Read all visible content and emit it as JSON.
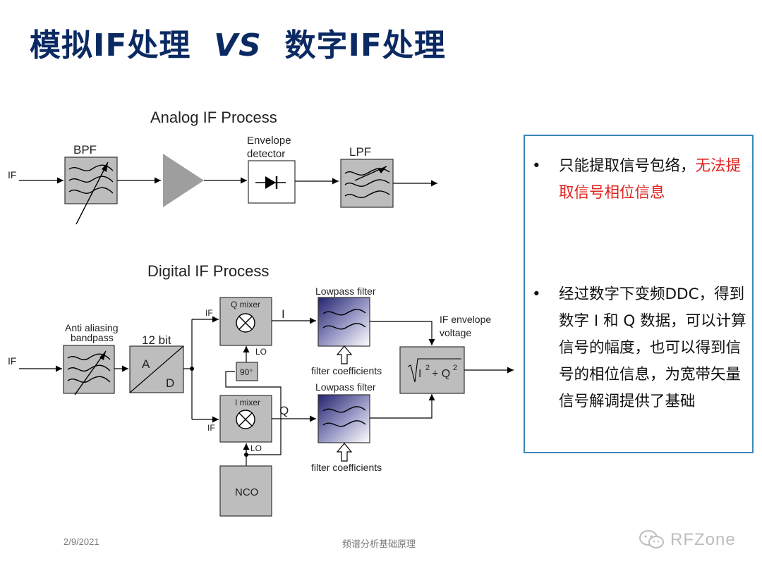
{
  "title": {
    "left": "模拟IF处理",
    "vs": "VS",
    "right": "数字IF处理"
  },
  "analog": {
    "heading": "Analog IF Process",
    "input_label": "IF",
    "bpf_label": "BPF",
    "envelope_label_line1": "Envelope",
    "envelope_label_line2": "detector",
    "lpf_label": "LPF"
  },
  "digital": {
    "heading": "Digital IF Process",
    "input_label": "IF",
    "anti_alias_line1": "Anti aliasing",
    "anti_alias_line2": "bandpass",
    "adc_bits": "12 bit",
    "adc_a": "A",
    "adc_d": "D",
    "q_mixer_label": "Q mixer",
    "i_mixer_label": "I mixer",
    "if_label_q": "IF",
    "if_label_i": "IF",
    "lo_label_q": "LO",
    "lo_label_i": "LO",
    "phase_label": "90°",
    "i_signal": "I",
    "q_signal": "Q",
    "lowpass_top": "Lowpass filter",
    "lowpass_bottom": "Lowpass filter",
    "coeff_top": "filter coefficients",
    "coeff_bottom": "filter coefficients",
    "envelope_out_line1": "IF envelope",
    "envelope_out_line2": "voltage",
    "formula_i": "I",
    "formula_sup1": "2",
    "formula_plus_q": "+ Q",
    "formula_sup2": "2",
    "nco_label": "NCO"
  },
  "notes": {
    "bullet_symbol": "•",
    "b1_normal": "只能提取信号包络，",
    "b1_red": "无法提取信号相位信息",
    "b2": "经过数字下变频DDC，得到数字 I 和 Q 数据，可以计算信号的幅度，也可以得到信号的相位信息，为宽带矢量信号解调提供了基础",
    "accent_color": "#e0221e"
  },
  "footer": {
    "date": "2/9/2021",
    "center": "频谱分析基础原理",
    "watermark": "RFZone"
  }
}
